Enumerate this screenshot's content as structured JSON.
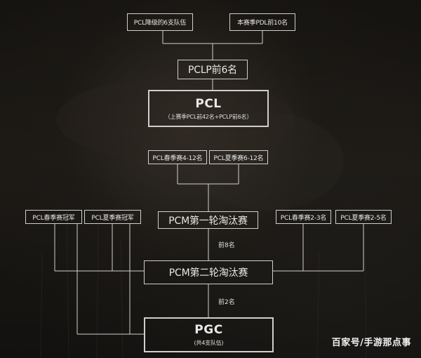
{
  "nodes": {
    "demoted": "PCL降级的6支队伍",
    "pdl_top10": "本赛季PDL前10名",
    "pclp_top6": "PCLP前6名",
    "pcl_title": "PCL",
    "pcl_sub": "（上赛季PCL前42名+PCLP前6名）",
    "spring_4_12": "PCL春季赛4-12名",
    "summer_6_12": "PCL夏季赛6-12名",
    "pcm_round1": "PCM第一轮淘汰赛",
    "spring_champion": "PCL春季赛冠军",
    "summer_champion": "PCL夏季赛冠军",
    "spring_2_3": "PCL春季赛2-3名",
    "summer_2_5": "PCL夏季赛2-5名",
    "pcm_round2": "PCM第二轮淘汰赛",
    "pgc_title": "PGC",
    "pgc_sub": "(共4支队伍)"
  },
  "edge_labels": {
    "top8": "前8名",
    "top2": "前2名"
  },
  "watermark": "百家号/手游那点事",
  "colors": {
    "background": "#151310",
    "line": "#d0d0d0",
    "text": "#e8e8e8"
  }
}
